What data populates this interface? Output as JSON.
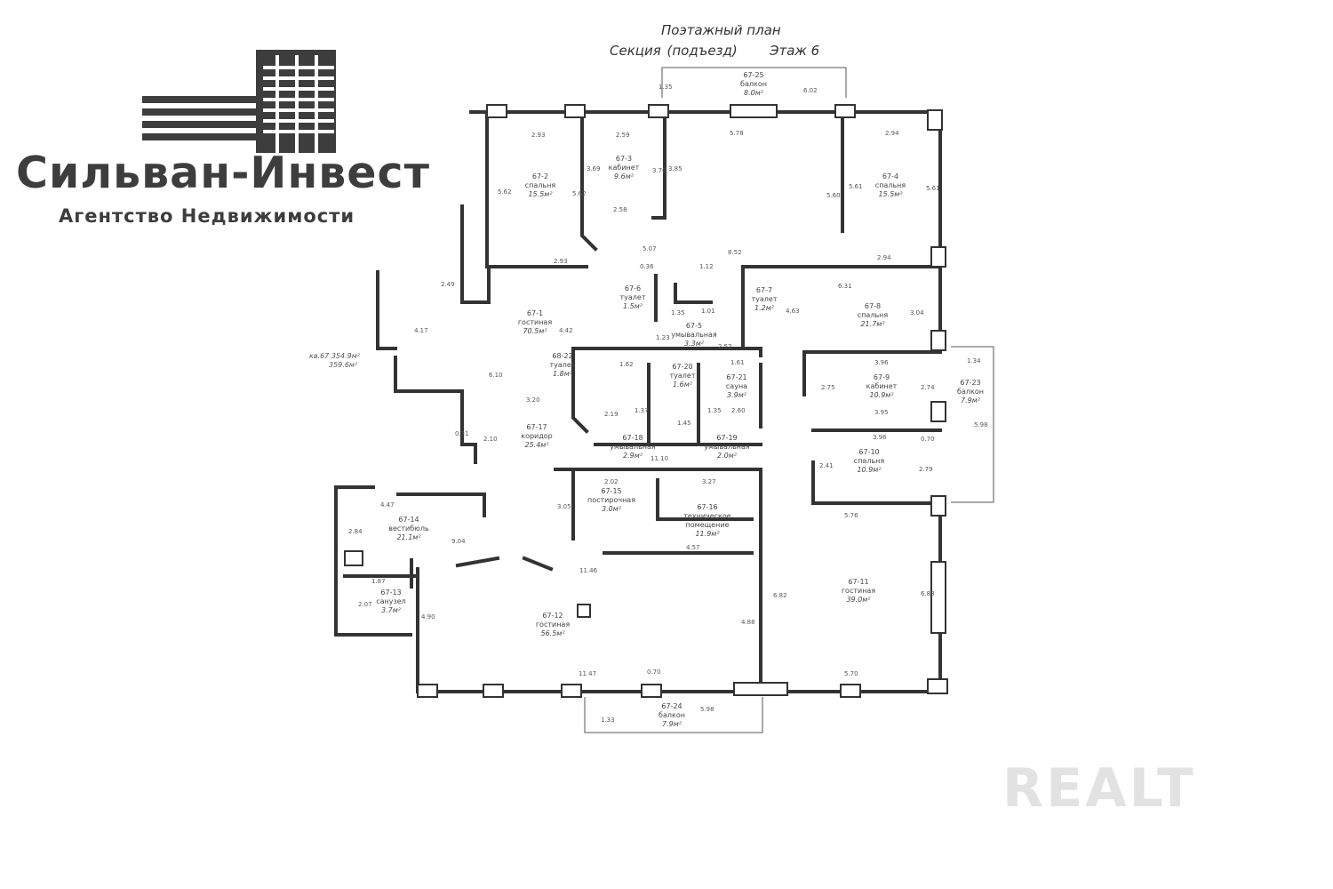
{
  "logo": {
    "title": "Сильван-Инвест",
    "subtitle": "Агентство Недвижимости",
    "color": "#3d3d3d"
  },
  "plan": {
    "title": "Поэтажный план",
    "section": "Секция (подъезд)",
    "floor": "Этаж 6",
    "total_area": [
      "кв.67",
      "354.9м²",
      "359.6м²"
    ]
  },
  "rooms": [
    {
      "id": "67-25",
      "name": "балкон",
      "area": "8.0м²"
    },
    {
      "id": "67-2",
      "name": "спальня",
      "area": "15.5м²"
    },
    {
      "id": "67-3",
      "name": "кабинет",
      "area": "9.6м²"
    },
    {
      "id": "67-4",
      "name": "спальня",
      "area": "15.5м²"
    },
    {
      "id": "67-6",
      "name": "туалет",
      "area": "1.5м²"
    },
    {
      "id": "67-5",
      "name": "умывальная",
      "area": "3.3м²"
    },
    {
      "id": "67-7",
      "name": "туалет",
      "area": "1.2м²"
    },
    {
      "id": "67-8",
      "name": "спальня",
      "area": "21.7м²"
    },
    {
      "id": "67-1",
      "name": "гостиная",
      "area": "70.5м²"
    },
    {
      "id": "68-22",
      "name": "туалет",
      "area": "1.8м²"
    },
    {
      "id": "67-20",
      "name": "туалет",
      "area": "1.6м²"
    },
    {
      "id": "67-21",
      "name": "сауна",
      "area": "3.9м²"
    },
    {
      "id": "67-9",
      "name": "кабинет",
      "area": "10.9м²"
    },
    {
      "id": "67-23",
      "name": "балкон",
      "area": "7.9м²"
    },
    {
      "id": "67-17",
      "name": "коридор",
      "area": "25.4м²"
    },
    {
      "id": "67-18",
      "name": "умывальная",
      "area": "2.9м²"
    },
    {
      "id": "67-19",
      "name": "умывальная",
      "area": "2.0м²"
    },
    {
      "id": "67-10",
      "name": "спальня",
      "area": "10.9м²"
    },
    {
      "id": "67-15",
      "name": "постирочная",
      "area": "3.0м²"
    },
    {
      "id": "67-16",
      "name": "техническое помещение",
      "area": "11.9м²"
    },
    {
      "id": "67-14",
      "name": "вестибюль",
      "area": "21.1м²"
    },
    {
      "id": "67-13",
      "name": "санузел",
      "area": "3.7м²"
    },
    {
      "id": "67-12",
      "name": "гостиная",
      "area": "56.5м²"
    },
    {
      "id": "67-11",
      "name": "гостиная",
      "area": "39.0м²"
    },
    {
      "id": "67-24",
      "name": "балкон",
      "area": "7.9м²"
    }
  ],
  "dimensions": [
    "1.35",
    "6.02",
    "2.93",
    "2.59",
    "5.78",
    "2.94",
    "3.69",
    "3.70",
    "3.85",
    "5.62",
    "5.62",
    "5.60",
    "5.61",
    "5.61",
    "2.58",
    "5.07",
    "2.93",
    "8.52",
    "2.94",
    "2.49",
    "0.36",
    "1.12",
    "6.31",
    "4.42",
    "4.17",
    "1.35",
    "1.01",
    "4.63",
    "3.04",
    "1.23",
    "2.52",
    "3.96",
    "1.34",
    "6.10",
    "1.62",
    "1.61",
    "2.75",
    "2.74",
    "3.20",
    "2.19",
    "1.37",
    "1.45",
    "1.35",
    "2.60",
    "3.95",
    "5.98",
    "0.31",
    "2.10",
    "11.10",
    "3.96",
    "0.70",
    "2.41",
    "2.79",
    "4.47",
    "2.02",
    "3.27",
    "5.76",
    "3.05",
    "4.57",
    "11.46",
    "9.04",
    "2.84",
    "1.87",
    "2.07",
    "4.90",
    "6.82",
    "6.88",
    "4.88",
    "11.47",
    "5.70",
    "5.98",
    "1.33",
    "0.70"
  ],
  "watermark": "REALT"
}
